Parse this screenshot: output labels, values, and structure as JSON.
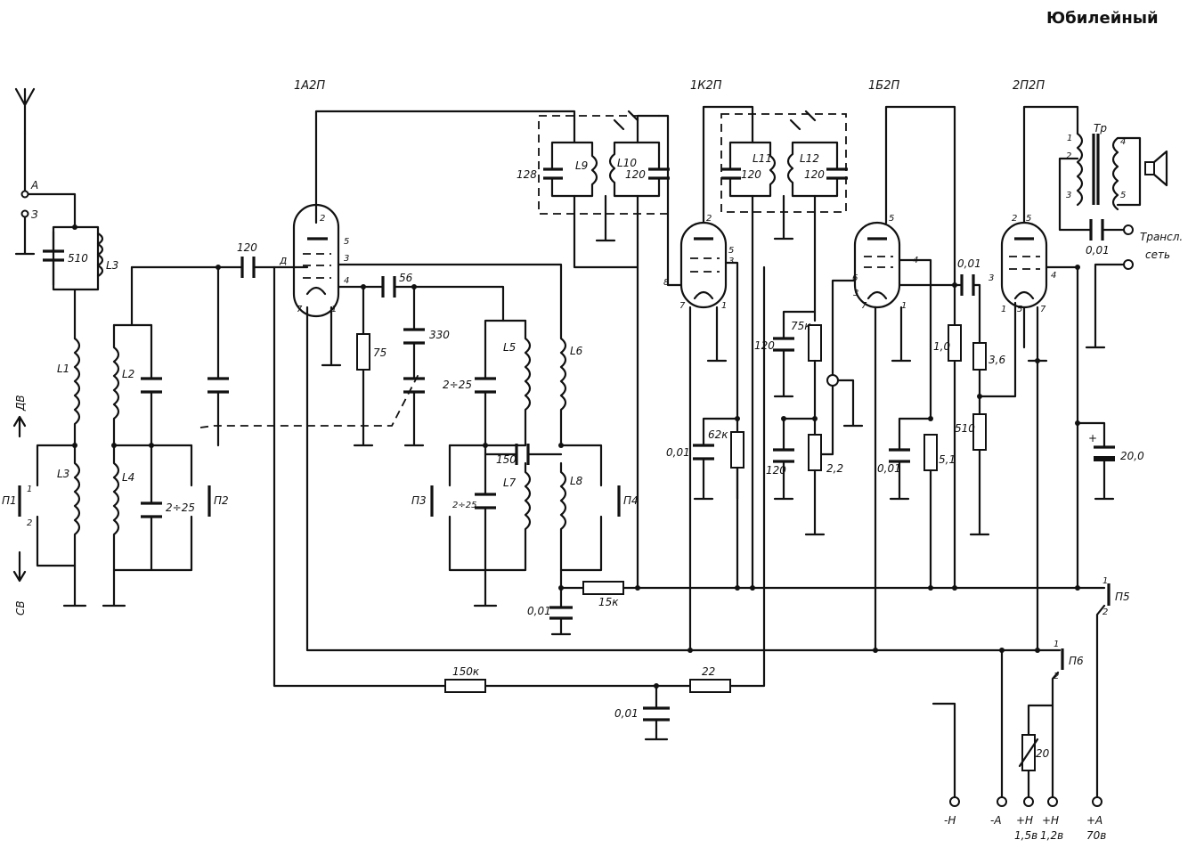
{
  "title": "Юбилейный",
  "tubes": [
    "1А2П",
    "1К2П",
    "1Б2П",
    "2П2П"
  ],
  "bands": [
    "ДВ",
    "СВ"
  ],
  "terminals": {
    "antenna": "А",
    "ground": "З",
    "transformer": "Тр",
    "line_1": "Трансл.",
    "line_2": "сеть"
  },
  "components": {
    "c_510": "510",
    "l3": "L3",
    "l1": "L1",
    "l2": "L2",
    "l3b": "L3",
    "l4": "L4",
    "c_2_25a": "2÷25",
    "c_120_in": "120",
    "g": "д",
    "r_75": "75",
    "c_56": "56",
    "c_330": "330",
    "c_2_25b": "2÷25",
    "l5": "L5",
    "l6": "L6",
    "c_150": "150",
    "l7": "L7",
    "l8": "L8",
    "c_2_25c": "2÷25",
    "c_128": "128",
    "l9": "L9",
    "l10": "L10",
    "c_120_if1": "120",
    "l11": "L11",
    "l12": "L12",
    "c_120_if2a": "120",
    "c_120_if2b": "120",
    "c_120_det": "120",
    "r_75k": "75к",
    "c_001_a": "0,01",
    "r_62k": "62к",
    "c_120_b": "120",
    "r_2_2": "2,2",
    "c_001_b": "0,01",
    "r_5_1": "5,1",
    "r_1_0": "1,0",
    "c_001_c": "0,01",
    "r_3_6": "3,6",
    "r_510": "510",
    "c_001_out": "0,01",
    "c_20": "20,0",
    "r_15k": "15к",
    "c_001_d": "0,01",
    "r_150k": "150к",
    "r_22": "22",
    "c_001_e": "0,01",
    "r_20": "20",
    "plus": "+"
  },
  "switches": [
    "П1",
    "П2",
    "П3",
    "П4",
    "П5",
    "П6"
  ],
  "power_terminals": [
    {
      "top": "-Н",
      "bottom": ""
    },
    {
      "top": "-А",
      "bottom": ""
    },
    {
      "top": "+Н",
      "bottom": "1,5в"
    },
    {
      "top": "+Н",
      "bottom": "1,2в"
    },
    {
      "top": "+А",
      "bottom": "70в"
    }
  ]
}
